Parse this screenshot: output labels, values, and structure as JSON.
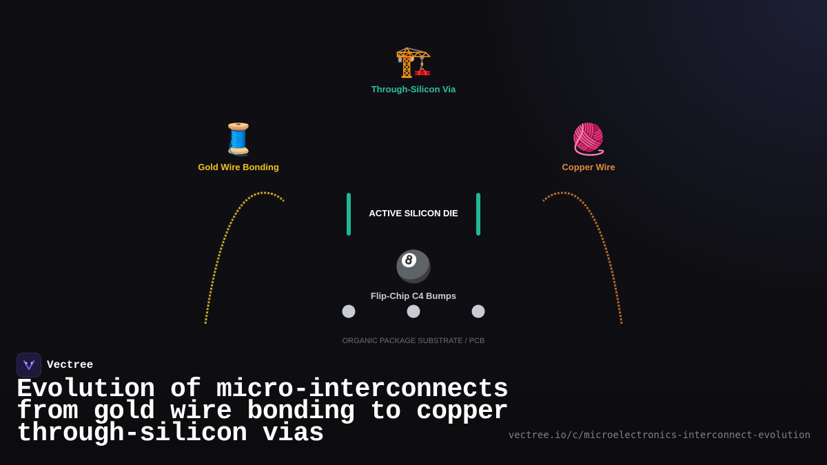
{
  "diagram": {
    "top_node": {
      "icon": "construction-crane-icon",
      "emoji": "🏗️",
      "label": "Through-Silicon Via",
      "color": "#2fc0a0"
    },
    "left_node": {
      "icon": "thread-spool-icon",
      "emoji": "🧵",
      "label": "Gold Wire Bonding",
      "color": "#f2c21e"
    },
    "right_node": {
      "icon": "yarn-ball-icon",
      "emoji": "🧶",
      "label": "Copper Wire",
      "color": "#e08a3c"
    },
    "die_label": "ACTIVE SILICON DIE",
    "bottom_node": {
      "icon": "billiard-8-ball-icon",
      "emoji": "🎱",
      "label": "Flip-Chip C4 Bumps",
      "color": "#c8cbd2"
    },
    "substrate_label": "ORGANIC PACKAGE SUBSTRATE / PCB"
  },
  "brand": {
    "name": "Vectree"
  },
  "title": "Evolution of micro-interconnects from gold wire bonding to copper through-silicon vias",
  "url": "vectree.io/c/microelectronics-interconnect-evolution",
  "colors": {
    "tsv": "#2fc0a0",
    "gold": "#c9a227",
    "copper": "#b36a2e",
    "bump": "#c8cbd2",
    "accent": "#8a5cf6"
  }
}
